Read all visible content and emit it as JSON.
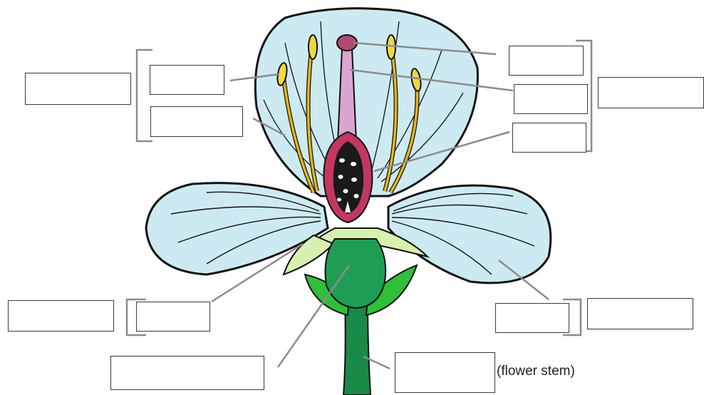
{
  "diagram": {
    "caption_stem": "(flower stem)",
    "colors": {
      "petal": "#cdeaf2",
      "outline": "#111111",
      "filament": "#e8b51c",
      "anther": "#f0d845",
      "style": "#d9a6cf",
      "stigma": "#b04a72",
      "ovary_wall": "#c23860",
      "ovary_inside": "#1a1a1a",
      "sepal": "#d8f0b0",
      "receptacle": "#1f9d55",
      "leaf": "#2fbf3a",
      "stem": "#1a8a48",
      "leader_line": "#8c8c8c"
    },
    "icons": {
      "flower": "flower-illustration",
      "bracket": "bracket-line"
    }
  }
}
